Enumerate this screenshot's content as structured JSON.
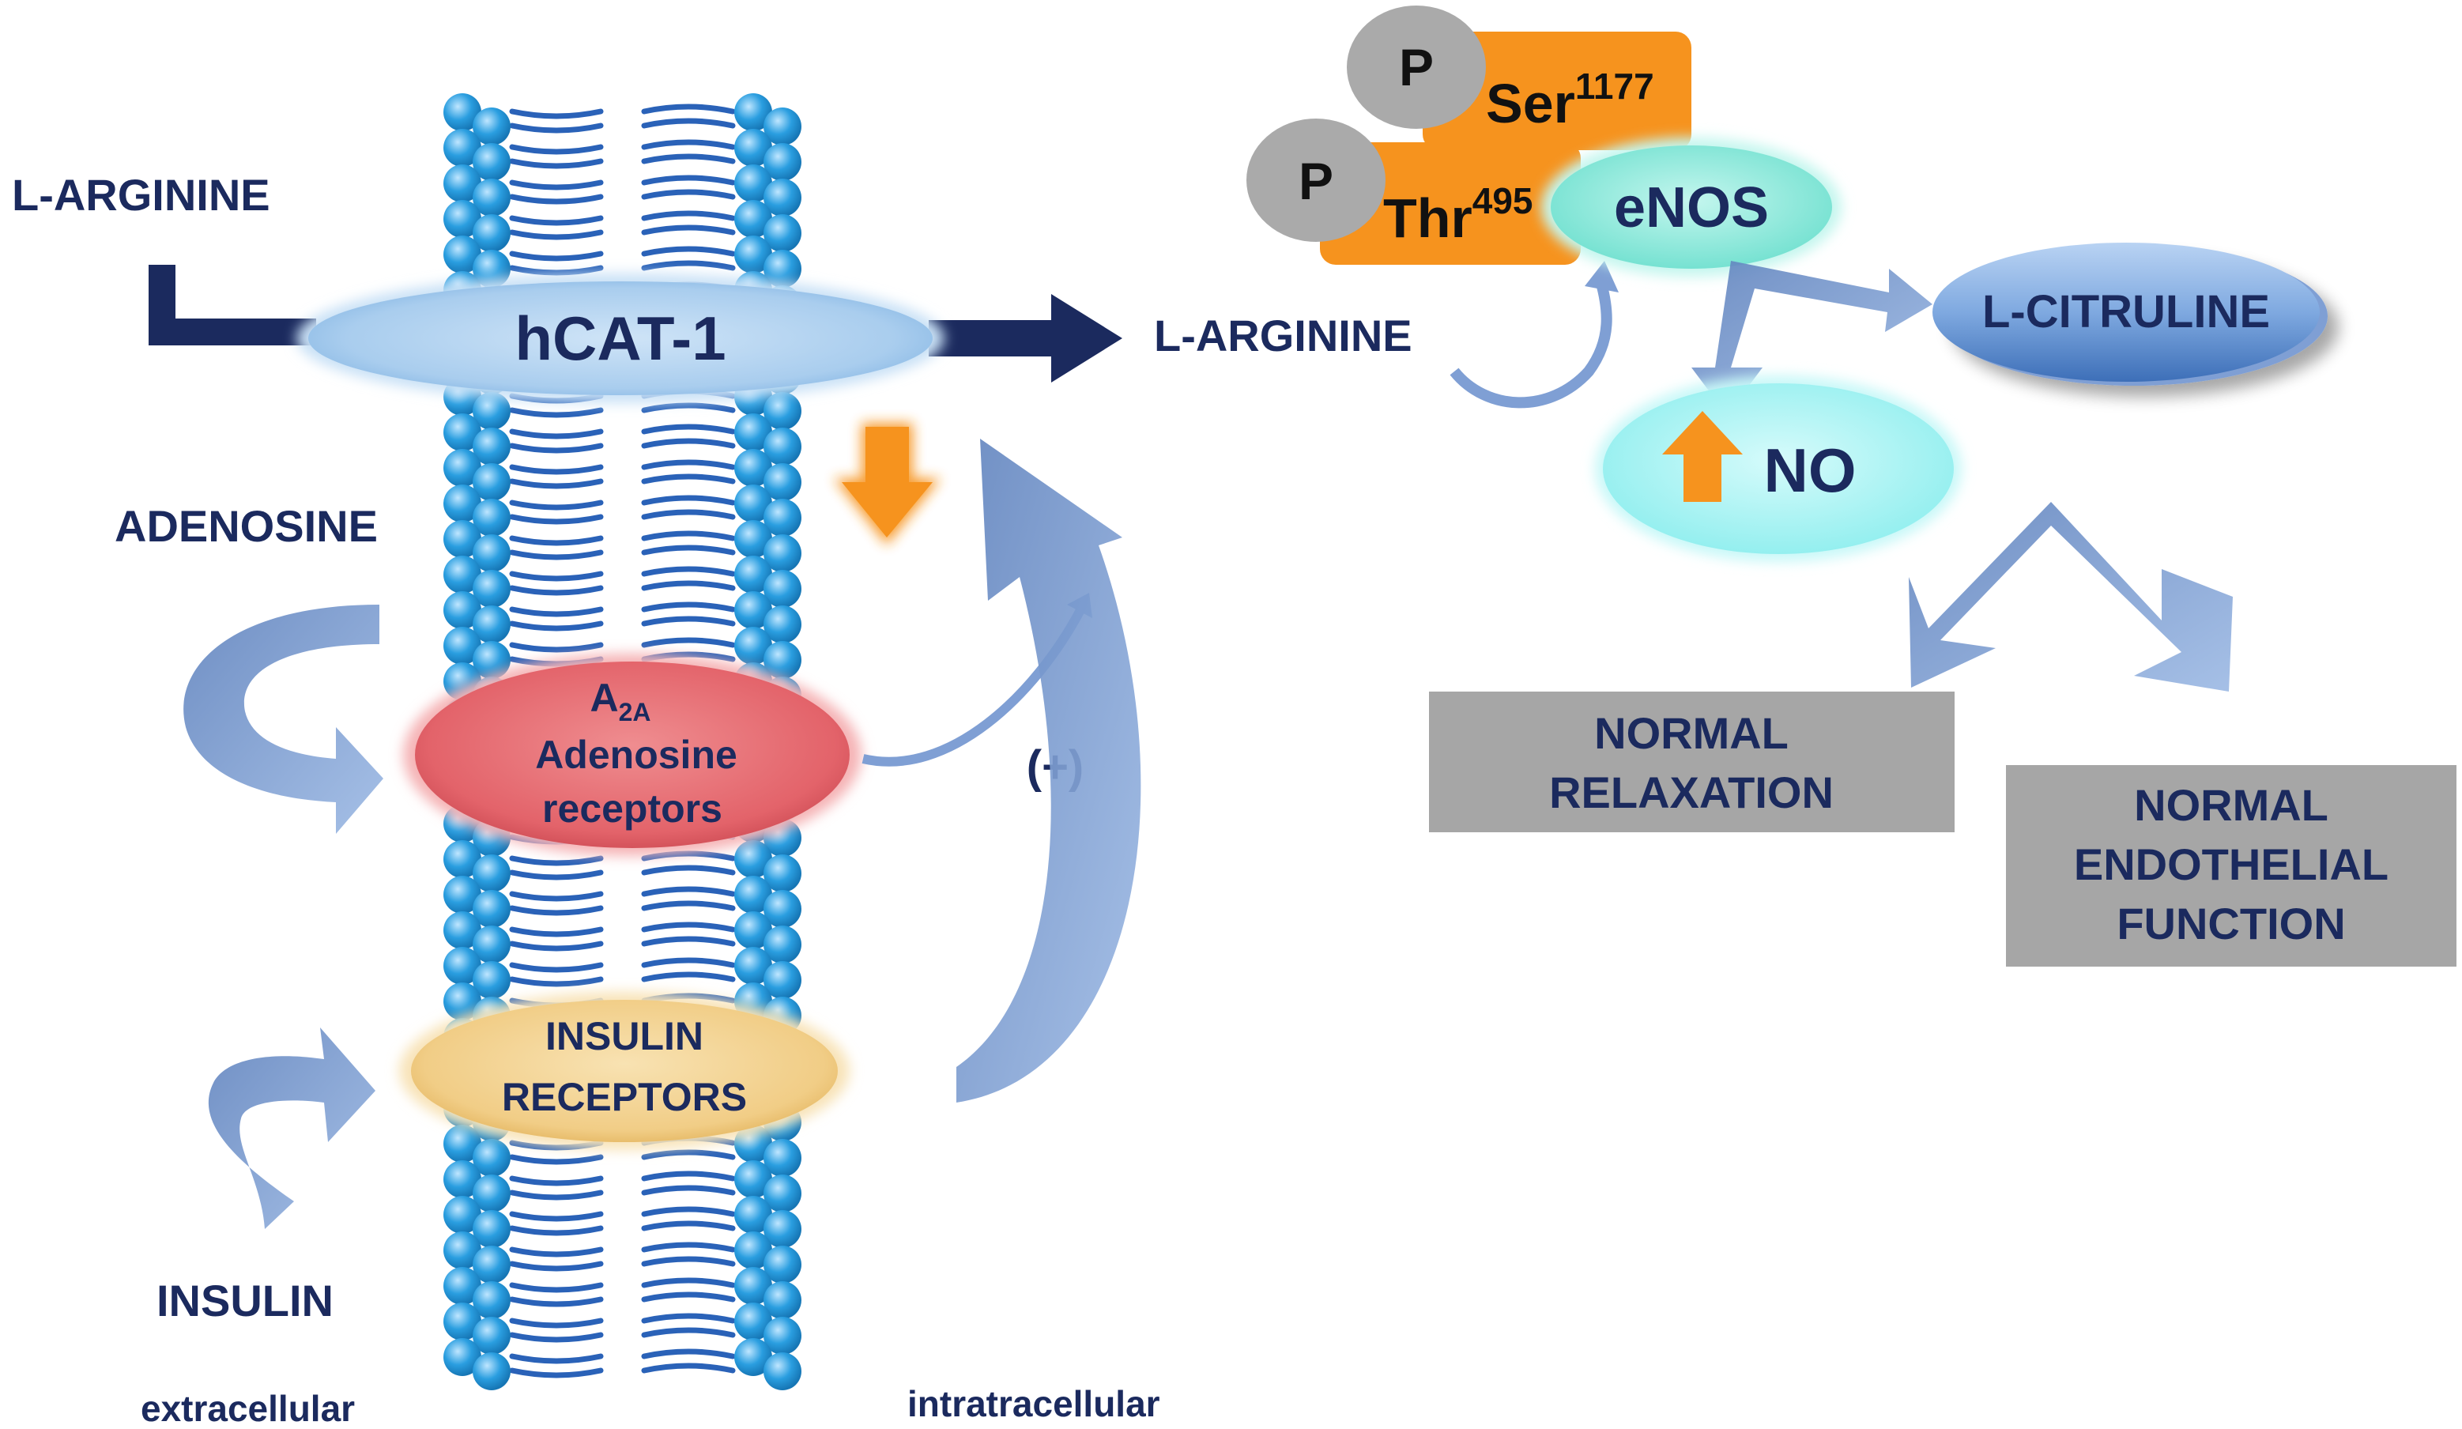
{
  "labels": {
    "l_arginine_outside": "L-ARGININE",
    "l_arginine_inside": "L-ARGININE",
    "hcat": "hCAT-1",
    "adenosine": "ADENOSINE",
    "insulin": "INSULIN",
    "extracellular": "extracellular",
    "intracellular": "intratracellular",
    "plus": "(+)",
    "a2a_main": "A",
    "a2a_sub": "2A",
    "a2a_line2": "Adenosine",
    "a2a_line3": "receptors",
    "insulin_receptors_line1": "INSULIN",
    "insulin_receptors_line2": "RECEPTORS",
    "p1": "P",
    "p2": "P",
    "ser": "Ser",
    "ser_sup": "1177",
    "thr": "Thr",
    "thr_sup": "495",
    "enos": "eNOS",
    "citruline": "L-CITRULINE",
    "no": "NO",
    "relaxation_line1": "NORMAL",
    "relaxation_line2": "RELAXATION",
    "endothelial_line1": "NORMAL",
    "endothelial_line2": "ENDOTHELIAL",
    "endothelial_line3": "FUNCTION"
  },
  "colors": {
    "navy": "#1b2a5e",
    "lipid_blue": "#2a9ee0",
    "hcat_fill": "#b4d5f0",
    "a2a_fill": "#e5696e",
    "insulin_fill": "#f3d28e",
    "enos_fill": "#7fe8d8",
    "no_fill": "#9cf2f0",
    "citruline_fill": "#7fa9e0",
    "orange": "#f6931e",
    "gray_box": "#a6a6a6",
    "soft_arrow": "#7f9fd4"
  }
}
